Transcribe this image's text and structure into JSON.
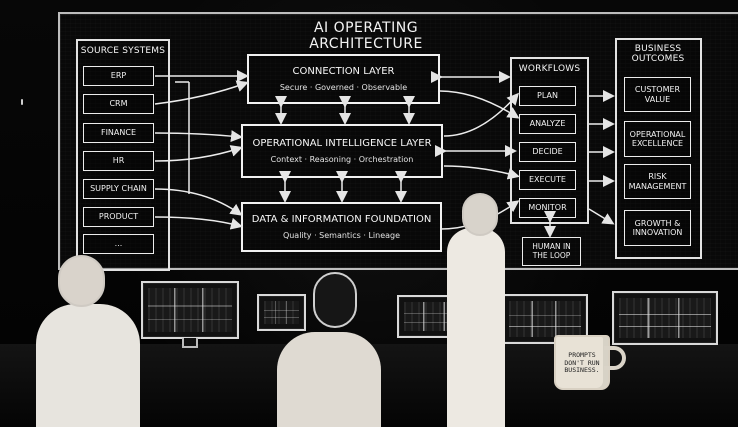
{
  "diagram": {
    "title": "AI OPERATING ARCHITECTURE",
    "source_systems": {
      "title": "SOURCE SYSTEMS",
      "items": [
        "ERP",
        "CRM",
        "FINANCE",
        "HR",
        "SUPPLY CHAIN",
        "PRODUCT",
        "..."
      ]
    },
    "layers": [
      {
        "title": "CONNECTION LAYER",
        "subtitle": "Secure · Governed · Observable"
      },
      {
        "title": "OPERATIONAL INTELLIGENCE LAYER",
        "subtitle": "Context · Reasoning · Orchestration"
      },
      {
        "title": "DATA & INFORMATION FOUNDATION",
        "subtitle": "Quality · Semantics · Lineage"
      }
    ],
    "workflows": {
      "title": "WORKFLOWS",
      "items": [
        "PLAN",
        "ANALYZE",
        "DECIDE",
        "EXECUTE",
        "MONITOR"
      ],
      "human": "HUMAN IN THE LOOP"
    },
    "business_outcomes": {
      "title": "BUSINESS OUTCOMES",
      "items": [
        "CUSTOMER VALUE",
        "OPERATIONAL EXCELLENCE",
        "RISK MANAGEMENT",
        "GROWTH & INNOVATION"
      ]
    }
  },
  "desk": {
    "mug_text": "PROMPTS DON'T RUN BUSINESS."
  }
}
